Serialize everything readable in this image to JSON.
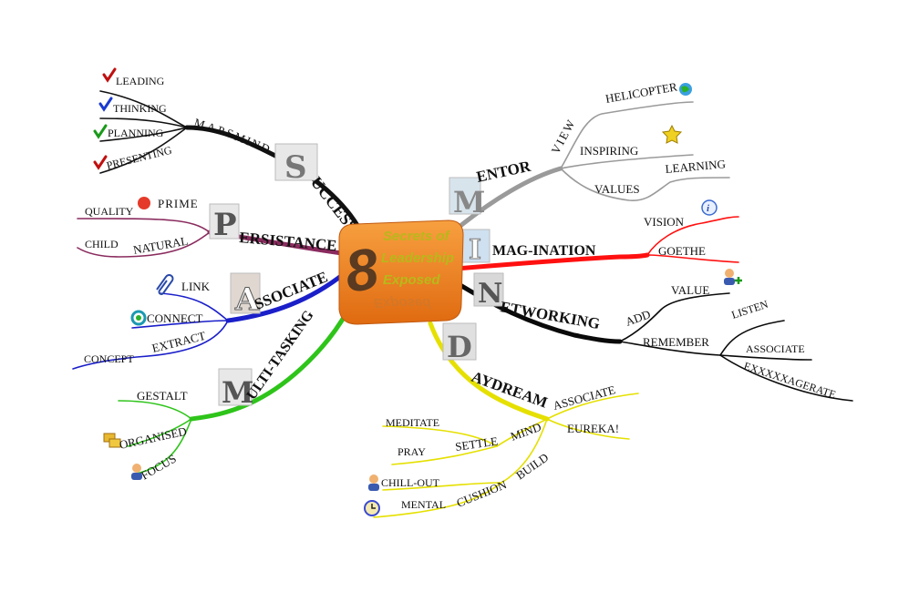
{
  "center": {
    "number": "8",
    "lines": [
      "Secrets of",
      "Leadership",
      "Exposed"
    ],
    "reflection": "Exposed"
  },
  "colors": {
    "success": "#111111",
    "persistance": "#8a2b5e",
    "associate": "#1a1fc9",
    "multitasking": "#2ec41a",
    "daydream": "#e5e000",
    "networking": "#0a0a0a",
    "imagination": "#ff1010",
    "mentor": "#9a9a9a",
    "center_fill": "#f08020",
    "center_text": "#b8b81a",
    "center_number": "#5a3a20"
  },
  "branches": {
    "success": {
      "label": "UCCESS!",
      "letter": "S",
      "sub": [
        "MIND",
        "MAPS"
      ],
      "leaves": [
        {
          "text": "LEADING",
          "icon": "check-icon-red"
        },
        {
          "text": "THINKING",
          "icon": "check-icon-blue"
        },
        {
          "text": "PLANNING",
          "icon": "check-icon-green"
        },
        {
          "text": "PRESENTING",
          "icon": "check-icon-red"
        }
      ]
    },
    "persistance": {
      "label": "ERSISTANCE",
      "letter": "P",
      "sub": [
        "PRIME",
        "NATURAL"
      ],
      "leaves": [
        {
          "text": "QUALITY",
          "icon": "quality-badge-icon"
        },
        {
          "text": "CHILD"
        }
      ]
    },
    "associate": {
      "label": "SSOCIATE",
      "letter": "A",
      "sub": [
        "LINK",
        "CONNECT",
        "EXTRACT"
      ],
      "leaves": [
        {
          "text": "CONCEPT"
        }
      ],
      "icons": [
        "paperclip-icon",
        "refresh-icon"
      ]
    },
    "multitasking": {
      "label": "ULTI-TASKING",
      "letter": "M",
      "sub": [
        "GESTALT",
        "ORGANISED",
        "FOCUS"
      ],
      "icons": [
        "folders-icon",
        "person-icon"
      ]
    },
    "daydream": {
      "label": "AYDREAM",
      "letter": "D",
      "sub": [
        "MIND",
        "BUILD"
      ],
      "mind_children": [
        "ASSOCIATE",
        "EUREKA!",
        "SETTLE"
      ],
      "settle_children": [
        "MEDITATE",
        "PRAY"
      ],
      "build_children": [
        "CUSHION"
      ],
      "cushion_children": [
        "CHILL-OUT",
        "MENTAL"
      ],
      "icons": [
        "person-icon",
        "clock-icon"
      ]
    },
    "networking": {
      "label": "ETWORKING",
      "letter": "N",
      "sub": [
        "ADD",
        "REMEMBER"
      ],
      "add_children": [
        "VALUE"
      ],
      "remember_children": [
        "LISTEN",
        "ASSOCIATE",
        "EXXXXXAGERATE"
      ],
      "icons": [
        "add-user-icon"
      ]
    },
    "imagination": {
      "label": "MAG-INATION",
      "letter": "I",
      "sub": [
        "VISION",
        "GOETHE"
      ],
      "icons": [
        "info-icon"
      ]
    },
    "mentor": {
      "label": "ENTOR",
      "letter": "M",
      "sub": [
        "VIEW",
        "INSPIRING",
        "VALUES"
      ],
      "view_children": [
        "HELICOPTER"
      ],
      "values_children": [
        "LEARNING"
      ],
      "icons": [
        "globe-icon",
        "star-icon"
      ]
    }
  }
}
